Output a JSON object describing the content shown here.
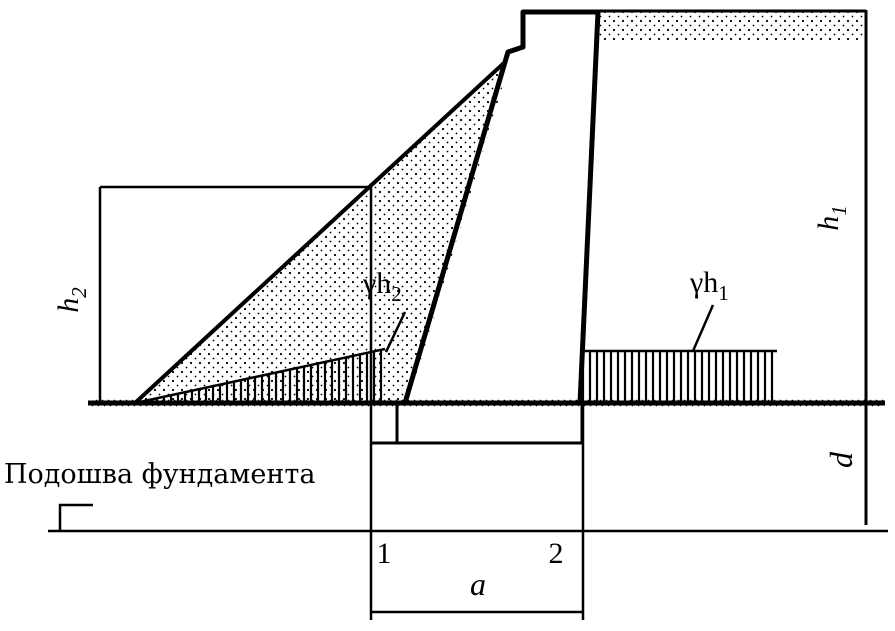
{
  "diagram": {
    "caption": "Подошва фундамента",
    "labels": {
      "h1": "h",
      "h1_sub": "1",
      "h2": "h",
      "h2_sub": "2",
      "gamma_h1": "γh",
      "gamma_h1_sub": "1",
      "gamma_h2": "γh",
      "gamma_h2_sub": "2",
      "d": "d",
      "a": "a",
      "point_1": "1",
      "point_2": "2"
    }
  }
}
